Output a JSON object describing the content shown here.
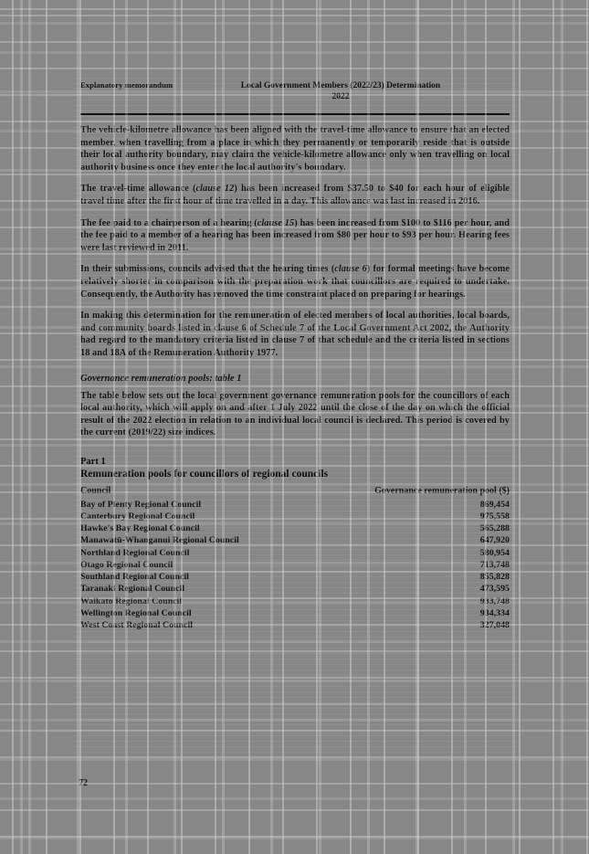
{
  "document": {
    "running_header_left": "Explanatory memorandum",
    "running_header_center_line1": "Local Government Members (2022/23) Determination",
    "running_header_center_line2": "2022",
    "page_number": "72"
  },
  "body": {
    "paragraphs": [
      "The vehicle-kilometre allowance has been aligned with the travel-time allowance to ensure that an elected member, when travelling from a place in which they permanently or temporarily reside that is outside their local authority boundary, may claim the vehicle-kilometre allowance only when travelling on local authority business once they enter the local authority's boundary.",
      "The travel-time allowance (clause 12) has been increased from $37.50 to $40 for each hour of eligible travel time after the first hour of time travelled in a day. This allowance was last increased in 2016.",
      "The fee paid to a chairperson of a hearing (clause 15) has been increased from $100 to $116 per hour, and the fee paid to a member of a hearing has been increased from $80 per hour to $93 per hour. Hearing fees were last reviewed in 2011.",
      "In their submissions, councils advised that the hearing times (clause 6) for formal meetings have become relatively shorter in comparison with the preparation work that councillors are required to undertake. Consequently, the Authority has removed the time constraint placed on preparing for hearings.",
      "In making this determination for the remuneration of elected members of local authorities, local boards, and community boards listed in clause 6 of Schedule 7 of the Local Government Act 2002, the Authority had regard to the mandatory criteria listed in clause 7 of that schedule and the criteria listed in sections 18 and 18A of the Remuneration Authority 1977."
    ],
    "subheading": "Governance remuneration pools: table 1",
    "intro_paragraph": "The table below sets out the local government governance remuneration pools for the councillors of each local authority, which will apply on and after 1 July 2022 until the close of the day on which the official result of the 2022 election in relation to an individual local council is declared. This period is covered by the current (2019/22) size indices."
  },
  "part": {
    "label": "Part 1",
    "title": "Remuneration pools for councillors of regional councils"
  },
  "table": {
    "columns": [
      "Council",
      "Governance remuneration pool ($)"
    ],
    "rows": [
      {
        "council": "Bay of Plenty Regional Council",
        "pool": "869,454"
      },
      {
        "council": "Canterbury Regional Council",
        "pool": "975,558"
      },
      {
        "council": "Hawke's Bay Regional Council",
        "pool": "565,288"
      },
      {
        "council": "Manawatū-Whanganui Regional Council",
        "pool": "647,920"
      },
      {
        "council": "Northland Regional Council",
        "pool": "580,954"
      },
      {
        "council": "Otago Regional Council",
        "pool": "713,748"
      },
      {
        "council": "Southland Regional Council",
        "pool": "855,828"
      },
      {
        "council": "Taranaki Regional Council",
        "pool": "473,595"
      },
      {
        "council": "Waikato Regional Council",
        "pool": "933,748"
      },
      {
        "council": "Wellington Regional Council",
        "pool": "934,334"
      },
      {
        "council": "West Coast Regional Council",
        "pool": "327,048"
      }
    ]
  }
}
